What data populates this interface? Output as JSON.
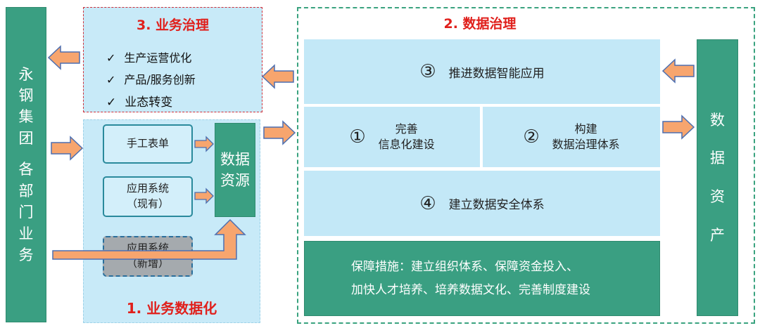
{
  "left_column": {
    "chars": [
      "永",
      "钢",
      "集",
      "团",
      "",
      "各",
      "部",
      "门",
      "业",
      "务"
    ]
  },
  "section3": {
    "title": "3. 业务治理",
    "check_glyph": "✓",
    "items": [
      "生产运营优化",
      "产品/服务创新",
      "业态转变"
    ]
  },
  "section1": {
    "title": "1. 业务数据化",
    "manual_form": "手工表单",
    "app_existing": [
      "应用系统",
      "（现有）"
    ],
    "app_new": [
      "应用系统",
      "（新增）"
    ],
    "data_resource": [
      "数据",
      "资源"
    ]
  },
  "section2": {
    "title": "2. 数据治理",
    "item3": {
      "num": "③",
      "label": "推进数据智能应用"
    },
    "item1": {
      "num": "①",
      "lines": [
        "完善",
        "信息化建设"
      ]
    },
    "item2": {
      "num": "②",
      "lines": [
        "构建",
        "数据治理体系"
      ]
    },
    "item4": {
      "num": "④",
      "label": "建立数据安全体系"
    },
    "guarantee": [
      "保障措施：建立组织体系、保障资金投入、",
      "加快人才培养、培养数据文化、完善制度建设"
    ]
  },
  "right_column": {
    "chars": [
      "数",
      "据",
      "资",
      "产"
    ]
  },
  "colors": {
    "green": "#3a9f82",
    "light_blue": "#c3e8f7",
    "arrow_fill": "#f7a56e",
    "arrow_stroke": "#4d6fb0",
    "red": "#e0201c",
    "gray": "#a5aaae"
  }
}
